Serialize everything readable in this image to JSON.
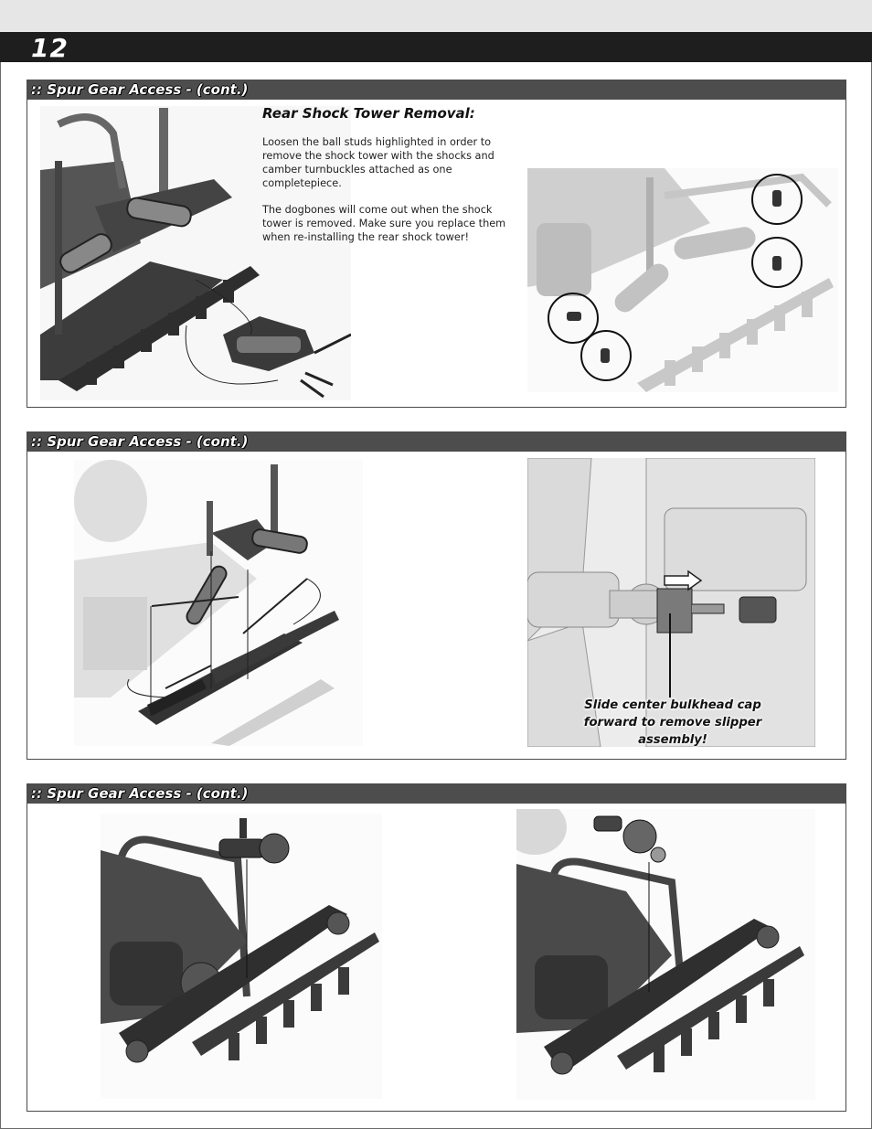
{
  "page": {
    "number": "12"
  },
  "sections": [
    {
      "title": ":: Spur Gear Access - (cont.)",
      "heading": "Rear Shock Tower Removal:",
      "paragraphs": [
        "Loosen the ball studs highlighted in order to remove the shock tower with the shocks and camber turnbuckles attached as one completepiece.",
        "The dogbones will come out when the shock tower is removed.  Make sure you replace them when re-installing the rear shock tower!"
      ]
    },
    {
      "title": ":: Spur Gear Access - (cont.)",
      "callout": "Slide center bulkhead cap forward to remove slipper assembly!"
    },
    {
      "title": ":: Spur Gear Access - (cont.)"
    }
  ],
  "colors": {
    "header": "#1e1e1e",
    "section_bar": "#4d4d4d",
    "frame": "#4a4a4a"
  }
}
